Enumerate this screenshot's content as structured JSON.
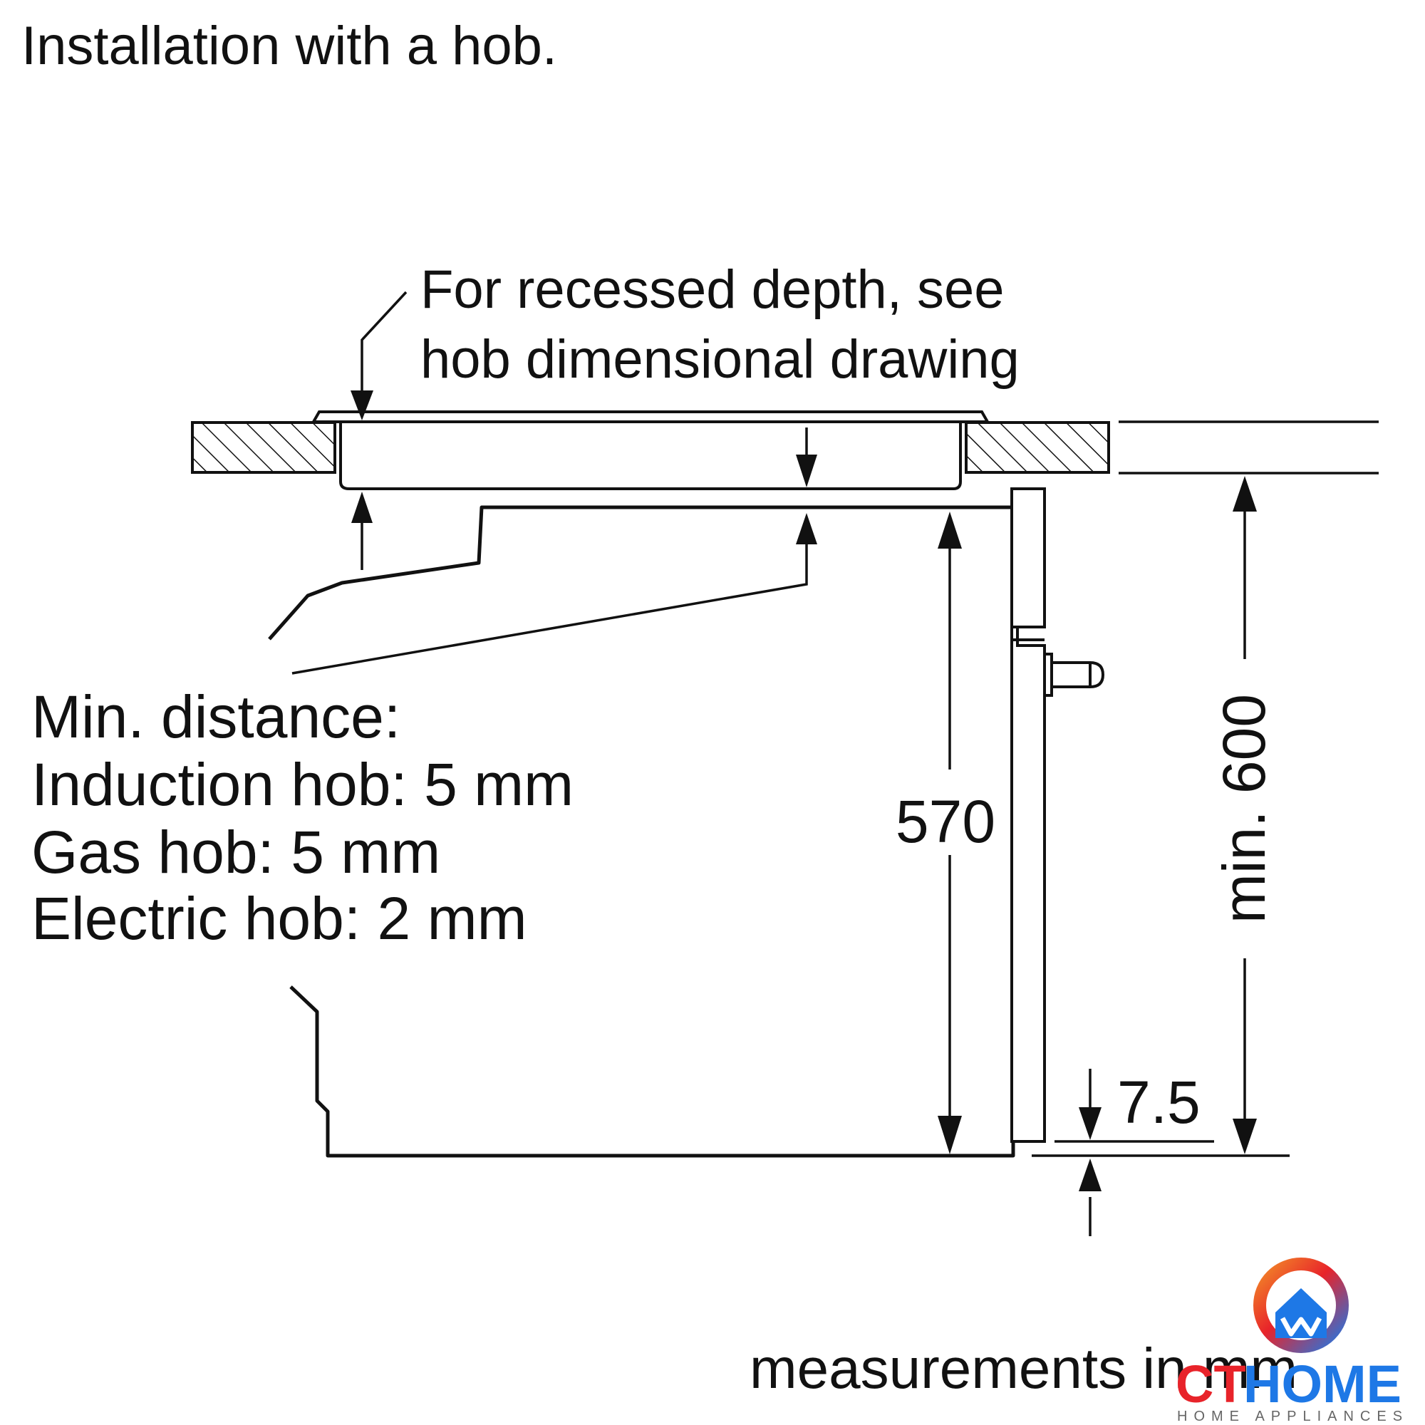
{
  "title": "Installation with a hob.",
  "callout_recess": {
    "line1": "For recessed depth, see",
    "line2": "hob dimensional drawing"
  },
  "min_distance": {
    "heading": "Min. distance:",
    "induction": "Induction hob: 5 mm",
    "gas": "Gas hob: 5 mm",
    "electric": "Electric hob: 2 mm"
  },
  "dimensions": {
    "height_570": "570",
    "min_600": "min. 600",
    "gap_7_5": "7.5"
  },
  "footer": "measurements in mm",
  "watermark": {
    "brand_ct": "CT",
    "brand_home": "HOME",
    "tagline": "HOME APPLIANCES"
  },
  "colors": {
    "line": "#111111",
    "logo_red": "#e8232a",
    "logo_blue": "#1e78e6",
    "logo_orange": "#f28c28"
  }
}
